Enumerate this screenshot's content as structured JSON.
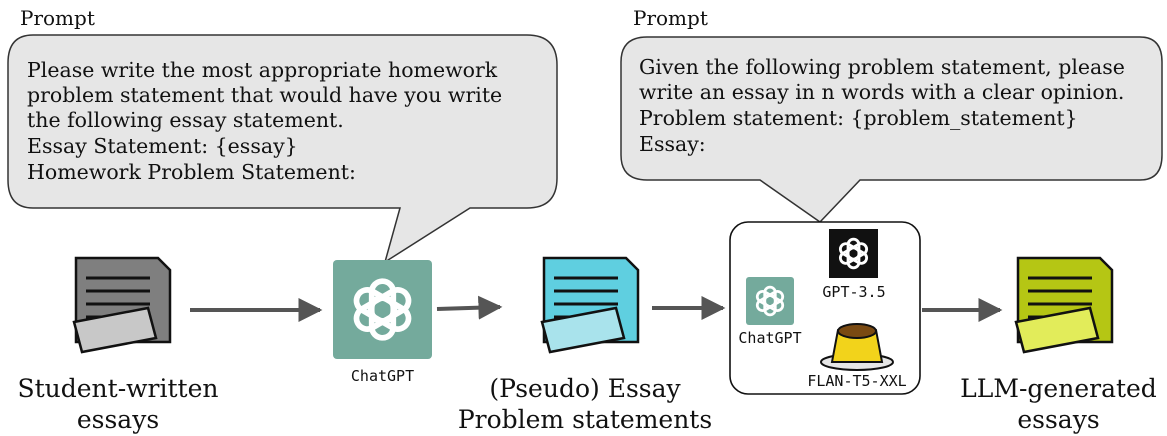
{
  "prompt1": {
    "label": "Prompt",
    "lines": [
      "Please write the most appropriate homework",
      "problem statement that would have you write",
      "the following essay statement.",
      "Essay Statement: {essay}",
      "Homework Problem Statement:"
    ]
  },
  "prompt2": {
    "label": "Prompt",
    "lines": [
      "Given the following problem statement, please",
      "write an essay in n words with a clear opinion.",
      "Problem statement: {problem_statement}",
      "Essay:"
    ]
  },
  "nodes": {
    "student": {
      "line1": "Student-written",
      "line2": "essays"
    },
    "chatgpt_center": {
      "label": "ChatGPT"
    },
    "pseudo": {
      "line1": "(Pseudo) Essay",
      "line2": "Problem statements"
    },
    "models": {
      "chatgpt": "ChatGPT",
      "gpt35": "GPT-3.5",
      "flan": "FLAN-T5-XXL"
    },
    "llm": {
      "line1": "LLM-generated",
      "line2": "essays"
    }
  },
  "colors": {
    "bubble_fill": "#e6e6e6",
    "doc_gray": "#7f7f7f",
    "doc_gray_light": "#c8c8c8",
    "doc_cyan": "#5fcfe0",
    "doc_cyan_light": "#a9e3ec",
    "doc_lime": "#b5c614",
    "doc_lime_light": "#e2ec5a",
    "chatgpt_green": "#74aa9c",
    "arrow": "#555555"
  },
  "icons": [
    "document-icon",
    "chatgpt-logo-icon",
    "openai-logo-icon",
    "pudding-icon"
  ]
}
